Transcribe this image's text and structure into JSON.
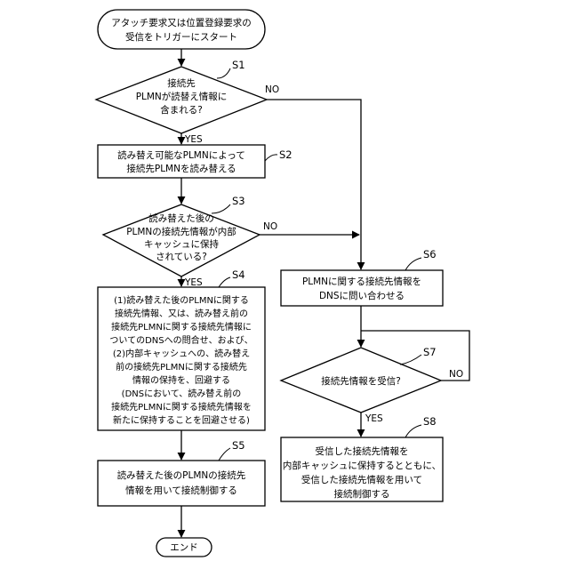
{
  "start": {
    "lines": [
      "アタッチ要求又は位置登録要求の",
      "受信をトリガーにスタート"
    ]
  },
  "s1": {
    "label": "S1",
    "lines": [
      "接続先",
      "PLMNが読替え情報に",
      "含まれる?"
    ]
  },
  "s2": {
    "label": "S2",
    "lines": [
      "読み替え可能なPLMNによって",
      "接続先PLMNを読み替える"
    ]
  },
  "s3": {
    "label": "S3",
    "lines": [
      "読み替えた後の",
      "PLMNの接続先情報が内部",
      "キャッシュに保持",
      "されている?"
    ]
  },
  "s4": {
    "label": "S4",
    "lines": [
      "(1)読み替えた後のPLMNに関する",
      "接続先情報、又は、読み替え前の",
      "接続先PLMNに関する接続先情報に",
      "ついてのDNSへの問合せ、および、",
      "(2)内部キャッシュへの、読み替え",
      "前の接続先PLMNに関する接続先",
      "情報の保持を、回避する",
      "(DNSにおいて、読み替え前の",
      "接続先PLMNに関する接続先情報を",
      "新たに保持することを回避させる)"
    ]
  },
  "s5": {
    "label": "S5",
    "lines": [
      "読み替えた後のPLMNの接続先",
      "情報を用いて接続制御する"
    ]
  },
  "s6": {
    "label": "S6",
    "lines": [
      "PLMNに関する接続先情報を",
      "DNSに問い合わせる"
    ]
  },
  "s7": {
    "label": "S7",
    "lines": [
      "接続先情報を受信?"
    ]
  },
  "s8": {
    "label": "S8",
    "lines": [
      "受信した接続先情報を",
      "内部キャッシュに保持するとともに、",
      "受信した接続先情報を用いて",
      "接続制御する"
    ]
  },
  "end": {
    "lines": [
      "エンド"
    ]
  },
  "branch": {
    "yes": "YES",
    "no": "NO"
  }
}
